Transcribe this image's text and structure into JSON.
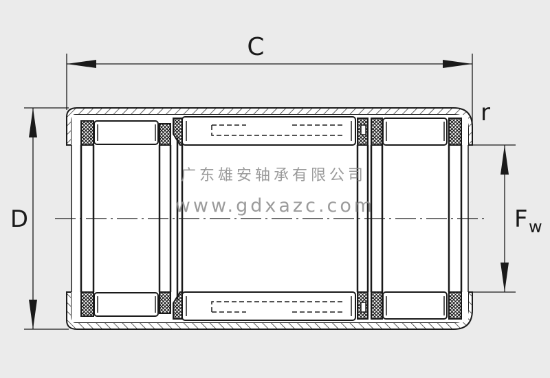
{
  "title": "Drawn cup needle roller bearing dimension drawing",
  "dimensions": {
    "width_label": "C",
    "outer_diameter_label": "D",
    "radius_label": "r",
    "bore_label": "F",
    "bore_label_subscript": "w"
  },
  "watermark": {
    "company": "广东雄安轴承有限公司",
    "website": "www.gdxazc.com"
  },
  "colors": {
    "background": "#ebebeb",
    "line": "#1a1a1a",
    "watermark": "#8a8a8a"
  }
}
